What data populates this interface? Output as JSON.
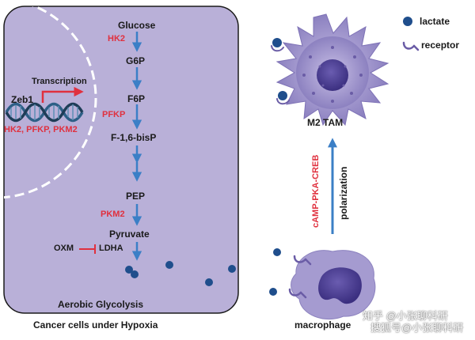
{
  "cell": {
    "caption": "Cancer cells under Hypoxia",
    "inner_label": "Aerobic Glycolysis"
  },
  "pathway": {
    "metabolites": [
      "Glucose",
      "G6P",
      "F6P",
      "F-1,6-bisP",
      "PEP",
      "Pyruvate"
    ],
    "enzymes": {
      "hk2": "HK2",
      "pfkp": "PFKP",
      "pkm2": "PKM2",
      "ldha": "LDHA"
    },
    "inhibitor": "OXM"
  },
  "transcription": {
    "factor": "Zeb1",
    "label": "Transcription",
    "targets": "HK2, PFKP, PKM2"
  },
  "signaling": {
    "pathway": "cAMP-PKA-CREB",
    "process": "polarization"
  },
  "cells": {
    "macrophage": "macrophage",
    "tam": "M2 TAM"
  },
  "legend": {
    "lactate": "lactate",
    "receptor": "receptor"
  },
  "watermarks": {
    "zhihu": "知乎 @小张聊科研",
    "sohu": "搜狐号@小张聊科研"
  },
  "colors": {
    "cell_fill": "#b9b0d8",
    "cell_border": "#1a1a1a",
    "arrow_blue": "#3b7fc6",
    "enzyme_red": "#e0303e",
    "lactate_blue": "#1f4e8c",
    "macrophage_purple": "#9a90c8",
    "nucleus_purple": "#4a3d8f"
  }
}
